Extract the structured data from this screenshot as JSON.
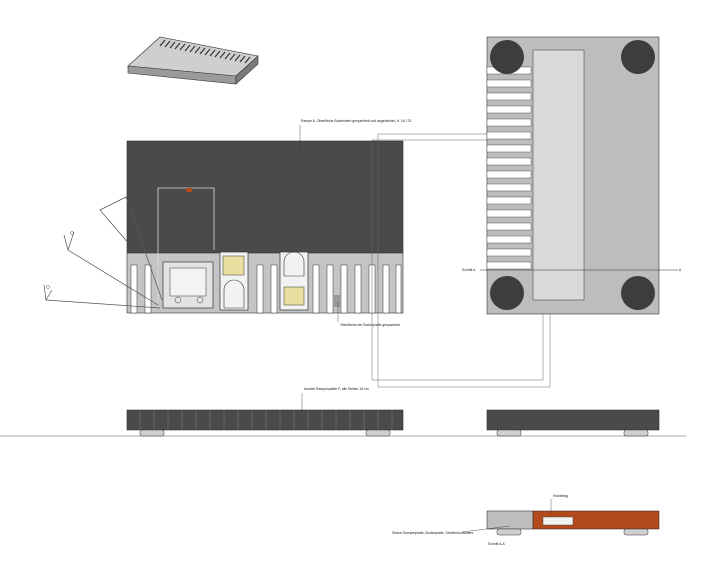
{
  "drawing": {
    "annotations": {
      "top_note": "Rampe A, Oberfläche Bodenstein gespachtelt und abgedichtet, H. 16 / 23",
      "bottom_note": "Oberfläche der Bodenplatte gespachtelt",
      "elevation_note": "Ansicht Rampenplatte P, alle Stellen 16 cm",
      "section_mark_left": "Schnitt A",
      "section_mark_right": "A",
      "section_material": "Holzbelag",
      "section_note": "Stütze Rampenplatte, Bodenplatte, Streifenfundament",
      "section_name": "Schnitt A-A"
    },
    "colors": {
      "dark_fill": "#4a4a4a",
      "mid_grey": "#bdbdbd",
      "light_grey": "#d9d9d9",
      "wood": "#b34a1c",
      "yellow_panel": "#e9dfa0",
      "line": "#333333"
    }
  }
}
